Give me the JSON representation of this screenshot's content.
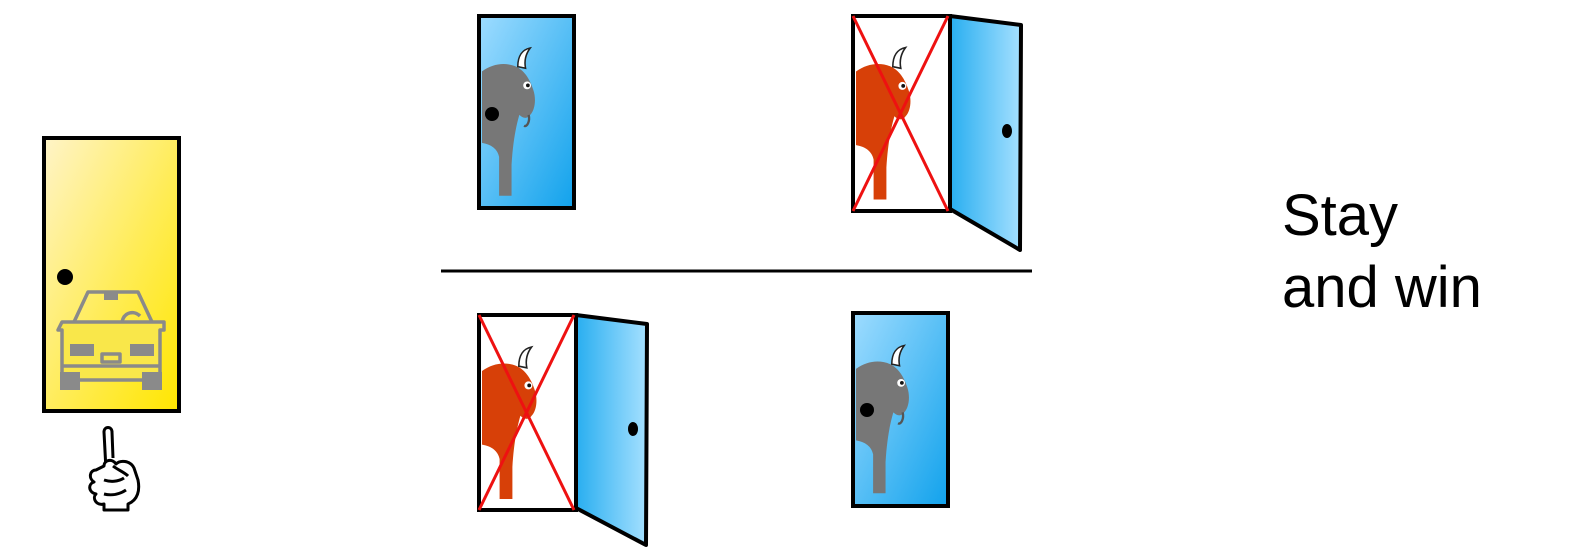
{
  "caption": {
    "line1": "Stay",
    "line2": "and win"
  },
  "chosen_door": {
    "contents": "car",
    "pointer_icon": "pointing-hand-icon"
  },
  "scenarios": [
    {
      "closed_door_contents": "goat",
      "opened_door_contents": "goat",
      "opened_door_crossed_out": true
    },
    {
      "closed_door_contents": "goat",
      "opened_door_contents": "goat",
      "opened_door_crossed_out": true
    }
  ],
  "colors": {
    "chosen_door_top": "#fff3c0",
    "chosen_door_bottom": "#ffe600",
    "door_blue_light": "#8fd8ff",
    "door_blue_dark": "#1aa6ee",
    "goat_gray": "#777777",
    "goat_revealed": "#d74008",
    "cross_red": "#ee1111",
    "car_gray": "#8a8a8a"
  }
}
